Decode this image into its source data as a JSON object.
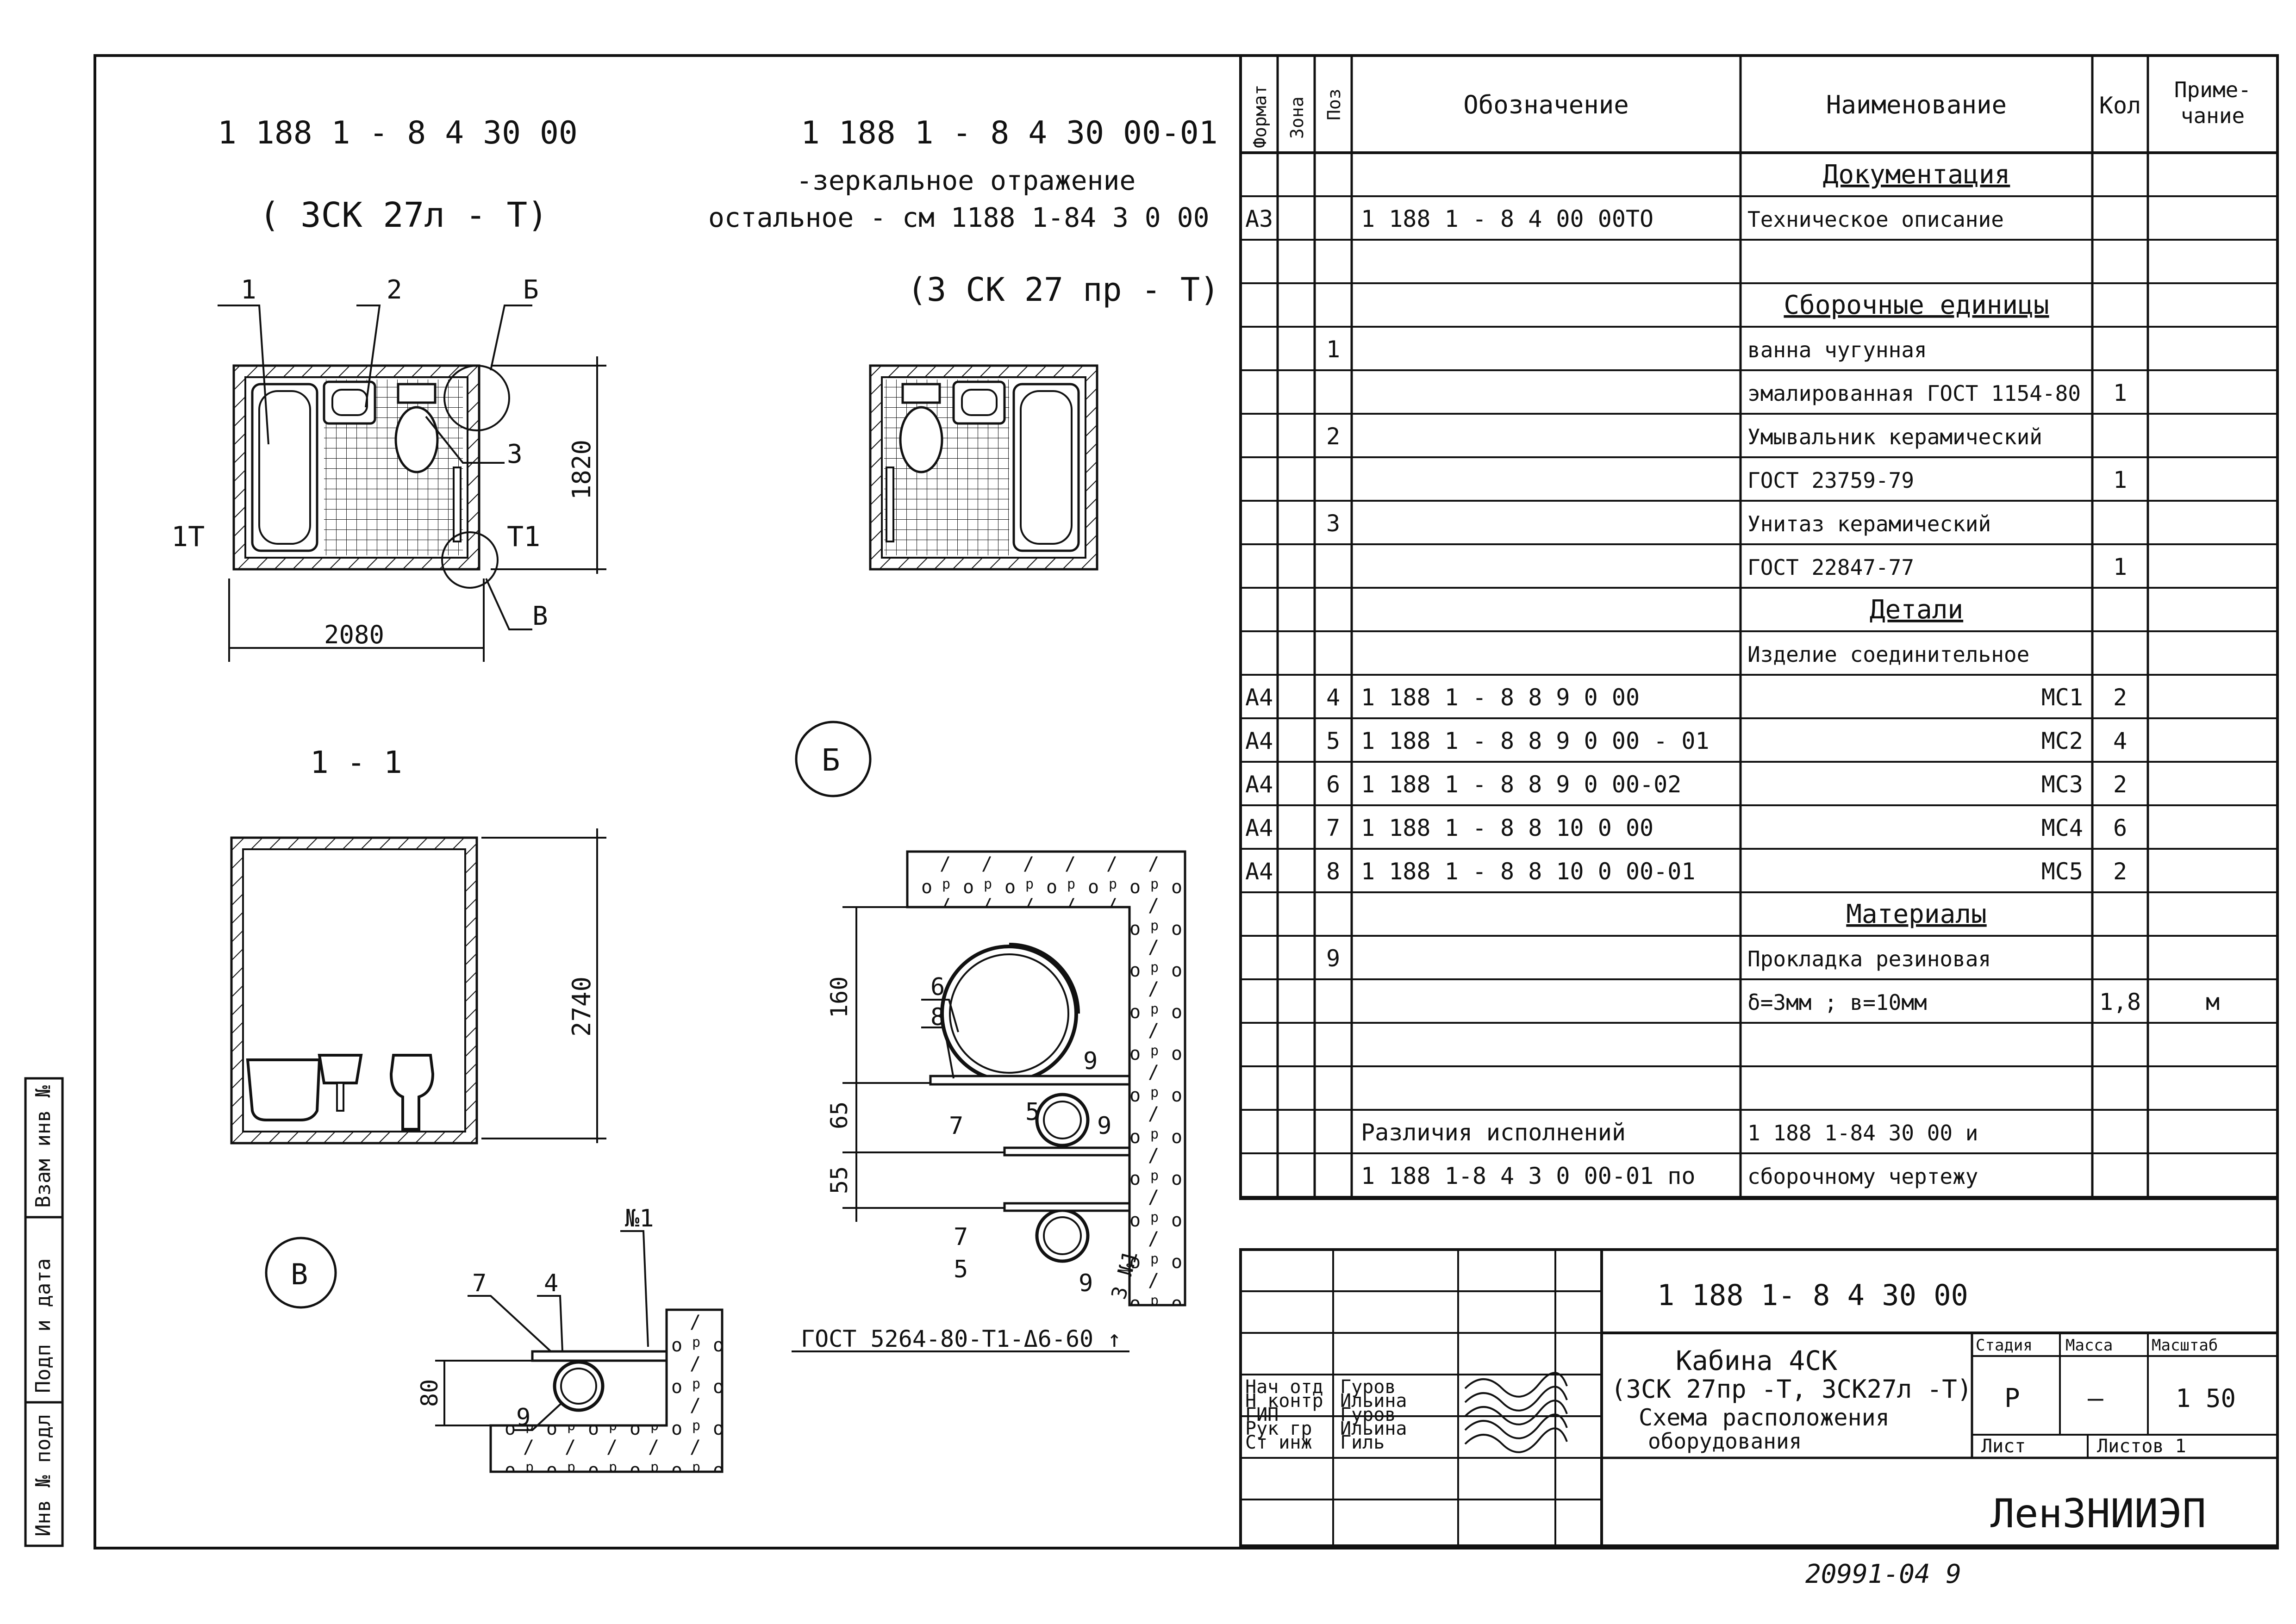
{
  "drawing_left": {
    "code": "1 188 1 - 8 4 30 00",
    "type": "( 3СК 27л - Т)",
    "callouts": [
      "1",
      "2",
      "Б",
      "3",
      "В"
    ],
    "dim_width": "2080",
    "dim_height": "1820",
    "section_mark": "1Т",
    "section_mark_right": "Т1"
  },
  "drawing_right": {
    "code": "1 188 1 - 8 4 30 00-01",
    "note1": "-зеркальное отражение",
    "note2": "остальное - см 1188 1-84 3 0 00",
    "type": "(3 СК 27 пр - Т)"
  },
  "section": {
    "title": "1 - 1",
    "dim_height": "2740"
  },
  "detail_b": {
    "label": "Б",
    "dims": [
      "160",
      "65",
      "55"
    ],
    "callouts": [
      "6",
      "8",
      "9",
      "5",
      "9",
      "7",
      "7",
      "5",
      "9",
      "3 №1"
    ],
    "gost": "ГОСТ 5264-80-Т1-Δ6-60 ↑"
  },
  "detail_v": {
    "label": "В",
    "dim": "80",
    "callouts": [
      "7",
      "4",
      "№1",
      "9"
    ]
  },
  "left_strip": {
    "labels": [
      "Инв № подл",
      "Подп и дата",
      "Взам инв №"
    ]
  },
  "spec": {
    "headers": {
      "format": "Формат",
      "zone": "Зона",
      "pos": "Поз",
      "designation": "Обозначение",
      "name": "Наименование",
      "qty": "Кол",
      "note": "Приме-\nчание"
    },
    "rows": [
      {
        "format": "",
        "pos": "",
        "designation": "",
        "name": "Документация",
        "qty": "",
        "note": "",
        "heading": true
      },
      {
        "format": "А3",
        "pos": "",
        "designation": "1 188 1 - 8 4 00 00ТО",
        "name": "Техническое описание",
        "qty": "",
        "note": ""
      },
      {
        "format": "",
        "pos": "",
        "designation": "",
        "name": "",
        "qty": "",
        "note": ""
      },
      {
        "format": "",
        "pos": "",
        "designation": "",
        "name": "Сборочные единицы",
        "qty": "",
        "note": "",
        "heading": true
      },
      {
        "format": "",
        "pos": "1",
        "designation": "",
        "name": "ванна чугунная",
        "qty": "",
        "note": ""
      },
      {
        "format": "",
        "pos": "",
        "designation": "",
        "name": "эмалированная ГОСТ 1154-80",
        "qty": "1",
        "note": ""
      },
      {
        "format": "",
        "pos": "2",
        "designation": "",
        "name": "Умывальник керамический",
        "qty": "",
        "note": ""
      },
      {
        "format": "",
        "pos": "",
        "designation": "",
        "name": "ГОСТ 23759-79",
        "qty": "1",
        "note": ""
      },
      {
        "format": "",
        "pos": "3",
        "designation": "",
        "name": "Унитаз керамический",
        "qty": "",
        "note": ""
      },
      {
        "format": "",
        "pos": "",
        "designation": "",
        "name": "ГОСТ 22847-77",
        "qty": "1",
        "note": ""
      },
      {
        "format": "",
        "pos": "",
        "designation": "",
        "name": "Детали",
        "qty": "",
        "note": "",
        "heading": true
      },
      {
        "format": "",
        "pos": "",
        "designation": "",
        "name": "Изделие соединительное",
        "qty": "",
        "note": ""
      },
      {
        "format": "А4",
        "pos": "4",
        "designation": "1 188 1 - 8 8   9 0 00",
        "name": "МС1",
        "qty": "2",
        "note": "",
        "right": true
      },
      {
        "format": "А4",
        "pos": "5",
        "designation": "1 188 1 - 8 8   9 0 00 - 01",
        "name": "МС2",
        "qty": "4",
        "note": "",
        "right": true
      },
      {
        "format": "А4",
        "pos": "6",
        "designation": "1 188 1 - 8 8   9 0 00-02",
        "name": "МС3",
        "qty": "2",
        "note": "",
        "right": true
      },
      {
        "format": "А4",
        "pos": "7",
        "designation": "1 188 1 - 8 8   10 0 00",
        "name": "МС4",
        "qty": "6",
        "note": "",
        "right": true
      },
      {
        "format": "А4",
        "pos": "8",
        "designation": "1 188 1 - 8 8   10 0 00-01",
        "name": "МС5",
        "qty": "2",
        "note": "",
        "right": true
      },
      {
        "format": "",
        "pos": "",
        "designation": "",
        "name": "Материалы",
        "qty": "",
        "note": "",
        "heading": true
      },
      {
        "format": "",
        "pos": "9",
        "designation": "",
        "name": "Прокладка резиновая",
        "qty": "",
        "note": ""
      },
      {
        "format": "",
        "pos": "",
        "designation": "",
        "name": "δ=3мм ; в=10мм",
        "qty": "1,8",
        "note": "м"
      },
      {
        "format": "",
        "pos": "",
        "designation": "",
        "name": "",
        "qty": "",
        "note": ""
      },
      {
        "format": "",
        "pos": "",
        "designation": "",
        "name": "",
        "qty": "",
        "note": ""
      },
      {
        "format": "",
        "pos": "",
        "designation": "Различия исполнений",
        "name": "1 188 1-84 30 00 и",
        "qty": "",
        "note": ""
      },
      {
        "format": "",
        "pos": "",
        "designation": "1 188 1-8 4 3 0 00-01 по",
        "name": "сборочному чертежу",
        "qty": "",
        "note": ""
      }
    ]
  },
  "title_block": {
    "doc_code": "1 188 1- 8 4 30 00",
    "title_line1": "Кабина 4СК",
    "title_line2": "(3СК 27пр -Т, 3СК27л -Т)",
    "title_line3": "Схема расположения",
    "title_line4": "оборудования",
    "stage_label": "Стадия",
    "mass_label": "Масса",
    "scale_label": "Масштаб",
    "stage": "Р",
    "mass": "—",
    "scale": "1 50",
    "sheet_label": "Лист",
    "sheets_label": "Листов 1",
    "org": "ЛенЗНИИЭП",
    "signatures": [
      {
        "role": "Нач отд",
        "name": "Гуров"
      },
      {
        "role": "Н контр",
        "name": "Ильина"
      },
      {
        "role": "ГИП",
        "name": "Гуров"
      },
      {
        "role": "Рук гр",
        "name": "Ильина"
      },
      {
        "role": "Ст инж",
        "name": "Гиль"
      }
    ]
  },
  "footer_number": "20991-04 9"
}
